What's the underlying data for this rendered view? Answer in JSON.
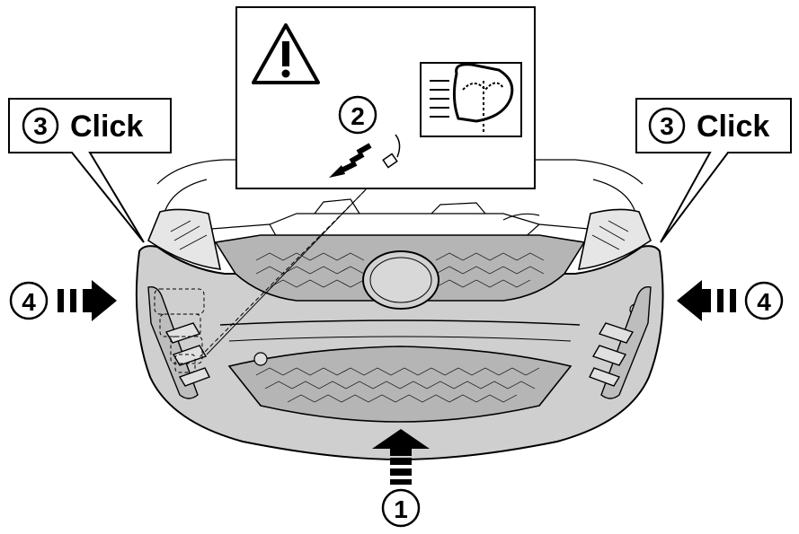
{
  "inset": {
    "warning_icon": "warning-triangle-icon",
    "headlight_icon": "headlight-aim-icon",
    "step_label": "2"
  },
  "callouts": {
    "left": {
      "step": "3",
      "text": "Click"
    },
    "right": {
      "step": "3",
      "text": "Click"
    }
  },
  "steps": {
    "left_push": "4",
    "right_push": "4",
    "bottom_push": "1"
  },
  "colors": {
    "bumper_fill": "#cfcfcf",
    "line": "#000000",
    "headlight_fill": "#e6e6e6"
  }
}
